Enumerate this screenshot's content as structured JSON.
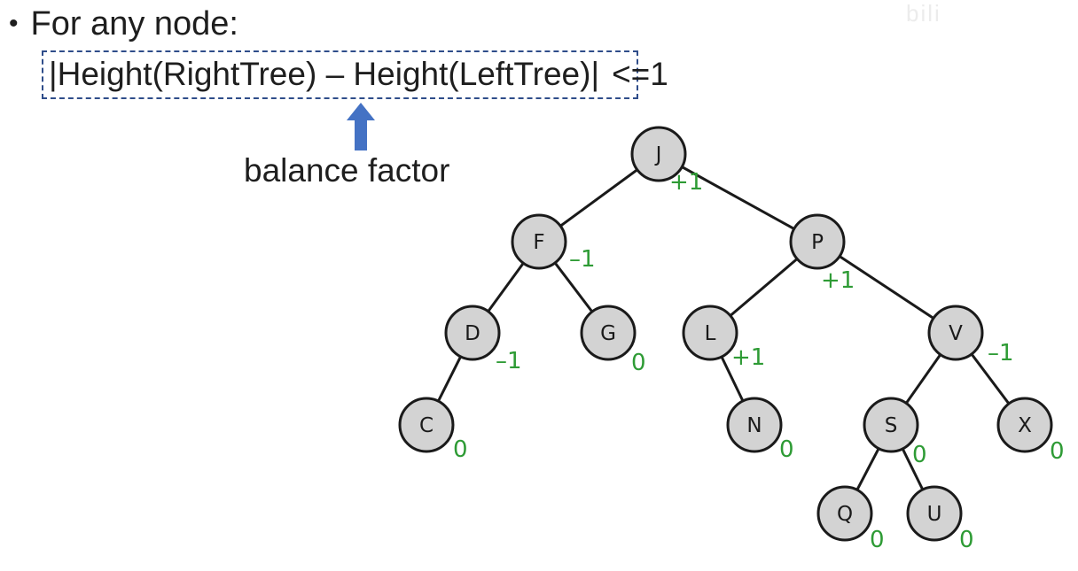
{
  "slide": {
    "bullet": "For any node:",
    "formula": "|Height(RightTree) – Height(LeftTree)|",
    "formula_tail": "<=1",
    "balance_label": "balance factor",
    "watermark": "bili",
    "colors": {
      "box_border": "#2f4d8a",
      "arrow": "#4472c4",
      "balance_factor_text": "#2e9b35",
      "node_fill": "#d3d3d3"
    }
  },
  "tree": {
    "nodes": [
      {
        "id": "J",
        "label": "J",
        "bf": "+1"
      },
      {
        "id": "F",
        "label": "F",
        "bf": "–1"
      },
      {
        "id": "P",
        "label": "P",
        "bf": "+1"
      },
      {
        "id": "D",
        "label": "D",
        "bf": "–1"
      },
      {
        "id": "G",
        "label": "G",
        "bf": "0"
      },
      {
        "id": "L",
        "label": "L",
        "bf": "+1"
      },
      {
        "id": "V",
        "label": "V",
        "bf": "–1"
      },
      {
        "id": "C",
        "label": "C",
        "bf": "0"
      },
      {
        "id": "N",
        "label": "N",
        "bf": "0"
      },
      {
        "id": "S",
        "label": "S",
        "bf": "0"
      },
      {
        "id": "X",
        "label": "X",
        "bf": "0"
      },
      {
        "id": "Q",
        "label": "Q",
        "bf": "0"
      },
      {
        "id": "U",
        "label": "U",
        "bf": "0"
      }
    ],
    "edges": [
      [
        "J",
        "F"
      ],
      [
        "J",
        "P"
      ],
      [
        "F",
        "D"
      ],
      [
        "F",
        "G"
      ],
      [
        "P",
        "L"
      ],
      [
        "P",
        "V"
      ],
      [
        "D",
        "C"
      ],
      [
        "L",
        "N"
      ],
      [
        "V",
        "S"
      ],
      [
        "V",
        "X"
      ],
      [
        "S",
        "Q"
      ],
      [
        "S",
        "U"
      ]
    ]
  }
}
